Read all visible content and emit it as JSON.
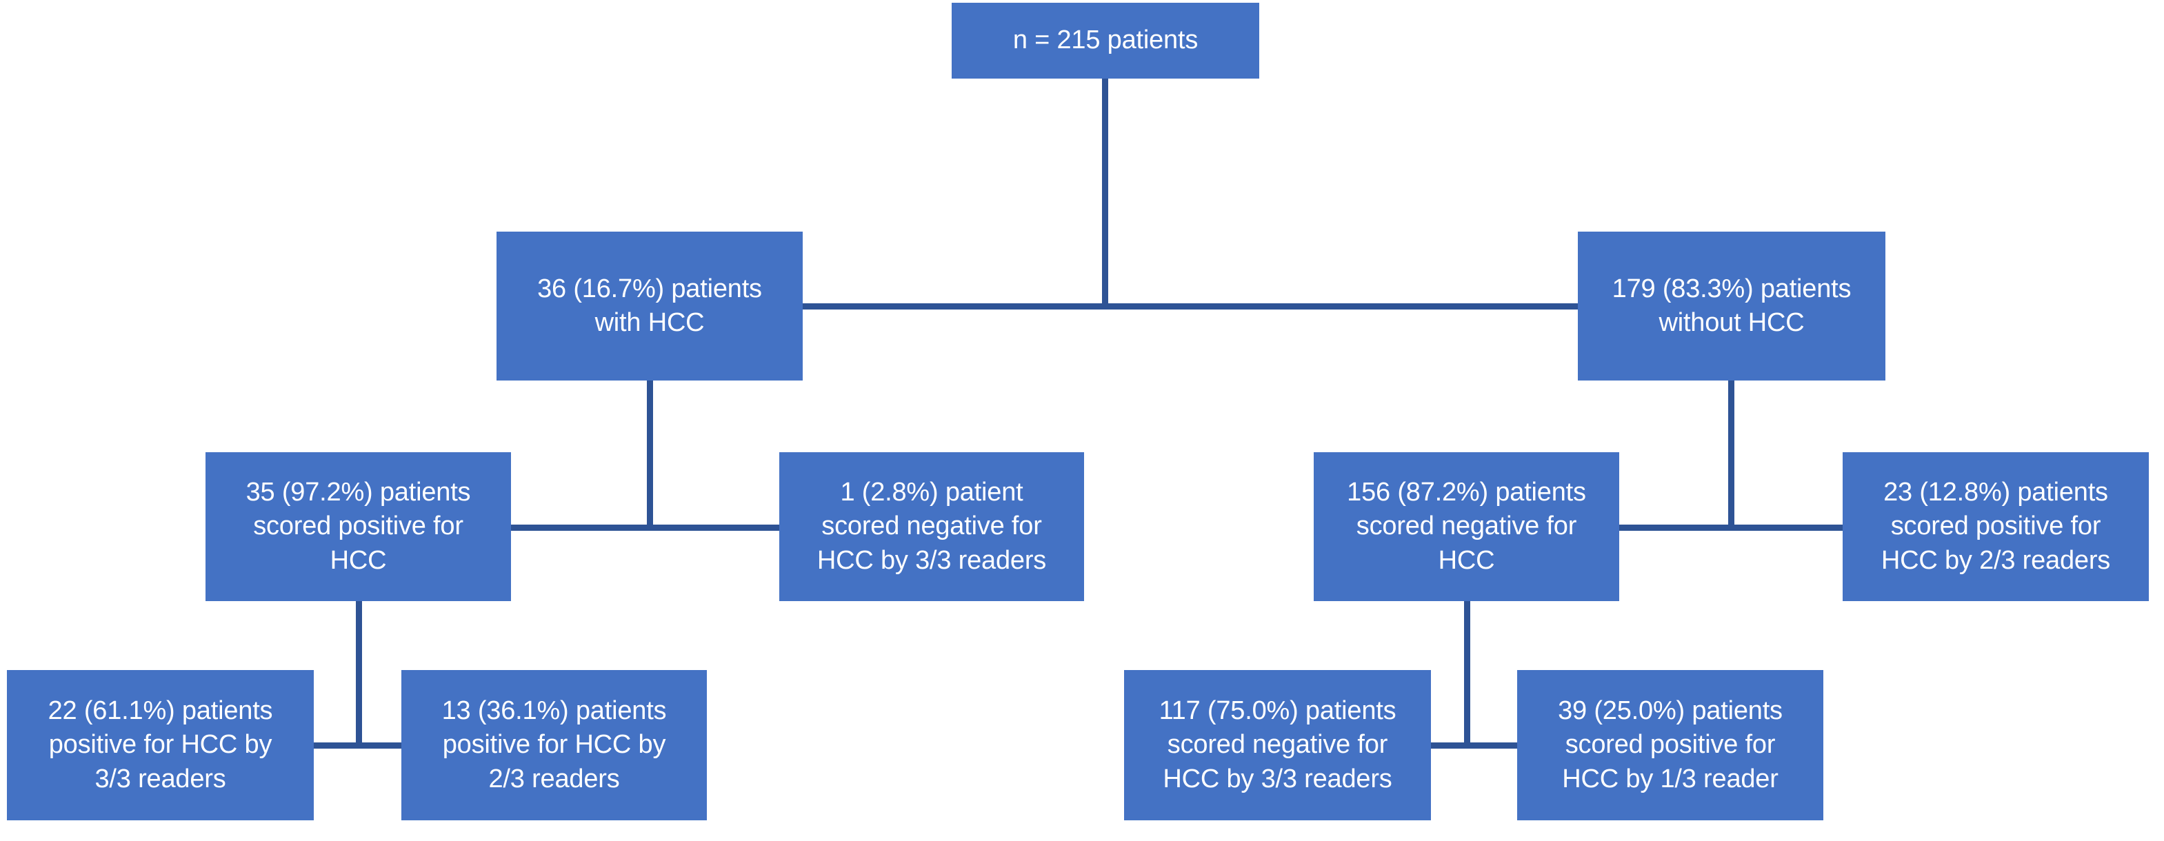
{
  "diagram": {
    "title": "HCC reader study patient flow diagram",
    "colors": {
      "node_fill": "#4472C4",
      "node_text": "#FFFFFF",
      "connector": "#2E5395",
      "background": "#FFFFFF"
    },
    "nodes": {
      "root": {
        "id": "root",
        "label": "n = 215 patients",
        "count": 215,
        "level": 1
      },
      "hcc_yes": {
        "id": "hcc-yes",
        "label": "36 (16.7%) patients\nwith HCC",
        "count": 36,
        "percent": "16.7%",
        "level": 2
      },
      "hcc_no": {
        "id": "hcc-no",
        "label": "179 (83.3%) patients\nwithout HCC",
        "count": 179,
        "percent": "83.3%",
        "level": 2
      },
      "hcc_yes_pos": {
        "id": "hcc-yes-scored-positive",
        "label": "35 (97.2%) patients\nscored positive for\nHCC",
        "count": 35,
        "percent": "97.2%",
        "level": 3
      },
      "hcc_yes_neg": {
        "id": "hcc-yes-scored-negative",
        "label": "1 (2.8%) patient\nscored negative for\nHCC by 3/3 readers",
        "count": 1,
        "percent": "2.8%",
        "level": 3
      },
      "hcc_no_neg": {
        "id": "hcc-no-scored-negative",
        "label": "156 (87.2%) patients\nscored negative for\nHCC",
        "count": 156,
        "percent": "87.2%",
        "level": 3
      },
      "hcc_no_pos": {
        "id": "hcc-no-scored-positive",
        "label": "23 (12.8%) patients\nscored positive for\nHCC by 2/3 readers",
        "count": 23,
        "percent": "12.8%",
        "level": 3
      },
      "pos_33": {
        "id": "positive-by-3-of-3-readers",
        "label": "22 (61.1%) patients\npositive for HCC by\n3/3 readers",
        "count": 22,
        "percent": "61.1%",
        "level": 4
      },
      "pos_23": {
        "id": "positive-by-2-of-3-readers",
        "label": "13 (36.1%) patients\npositive for HCC by\n2/3 readers",
        "count": 13,
        "percent": "36.1%",
        "level": 4
      },
      "neg_33": {
        "id": "negative-by-3-of-3-readers",
        "label": "117 (75.0%) patients\nscored negative for\nHCC by 3/3 readers",
        "count": 117,
        "percent": "75.0%",
        "level": 4
      },
      "pos_13": {
        "id": "positive-by-1-of-3-readers",
        "label": "39 (25.0%) patients\nscored positive for\nHCC by 1/3 reader",
        "count": 39,
        "percent": "25.0%",
        "level": 4
      }
    },
    "edges": [
      {
        "from": "root",
        "to": "hcc_yes"
      },
      {
        "from": "root",
        "to": "hcc_no"
      },
      {
        "from": "hcc_yes",
        "to": "hcc_yes_pos"
      },
      {
        "from": "hcc_yes",
        "to": "hcc_yes_neg"
      },
      {
        "from": "hcc_no",
        "to": "hcc_no_neg"
      },
      {
        "from": "hcc_no",
        "to": "hcc_no_pos"
      },
      {
        "from": "hcc_yes_pos",
        "to": "pos_33"
      },
      {
        "from": "hcc_yes_pos",
        "to": "pos_23"
      },
      {
        "from": "hcc_no_neg",
        "to": "neg_33"
      },
      {
        "from": "hcc_no_neg",
        "to": "pos_13"
      }
    ]
  }
}
